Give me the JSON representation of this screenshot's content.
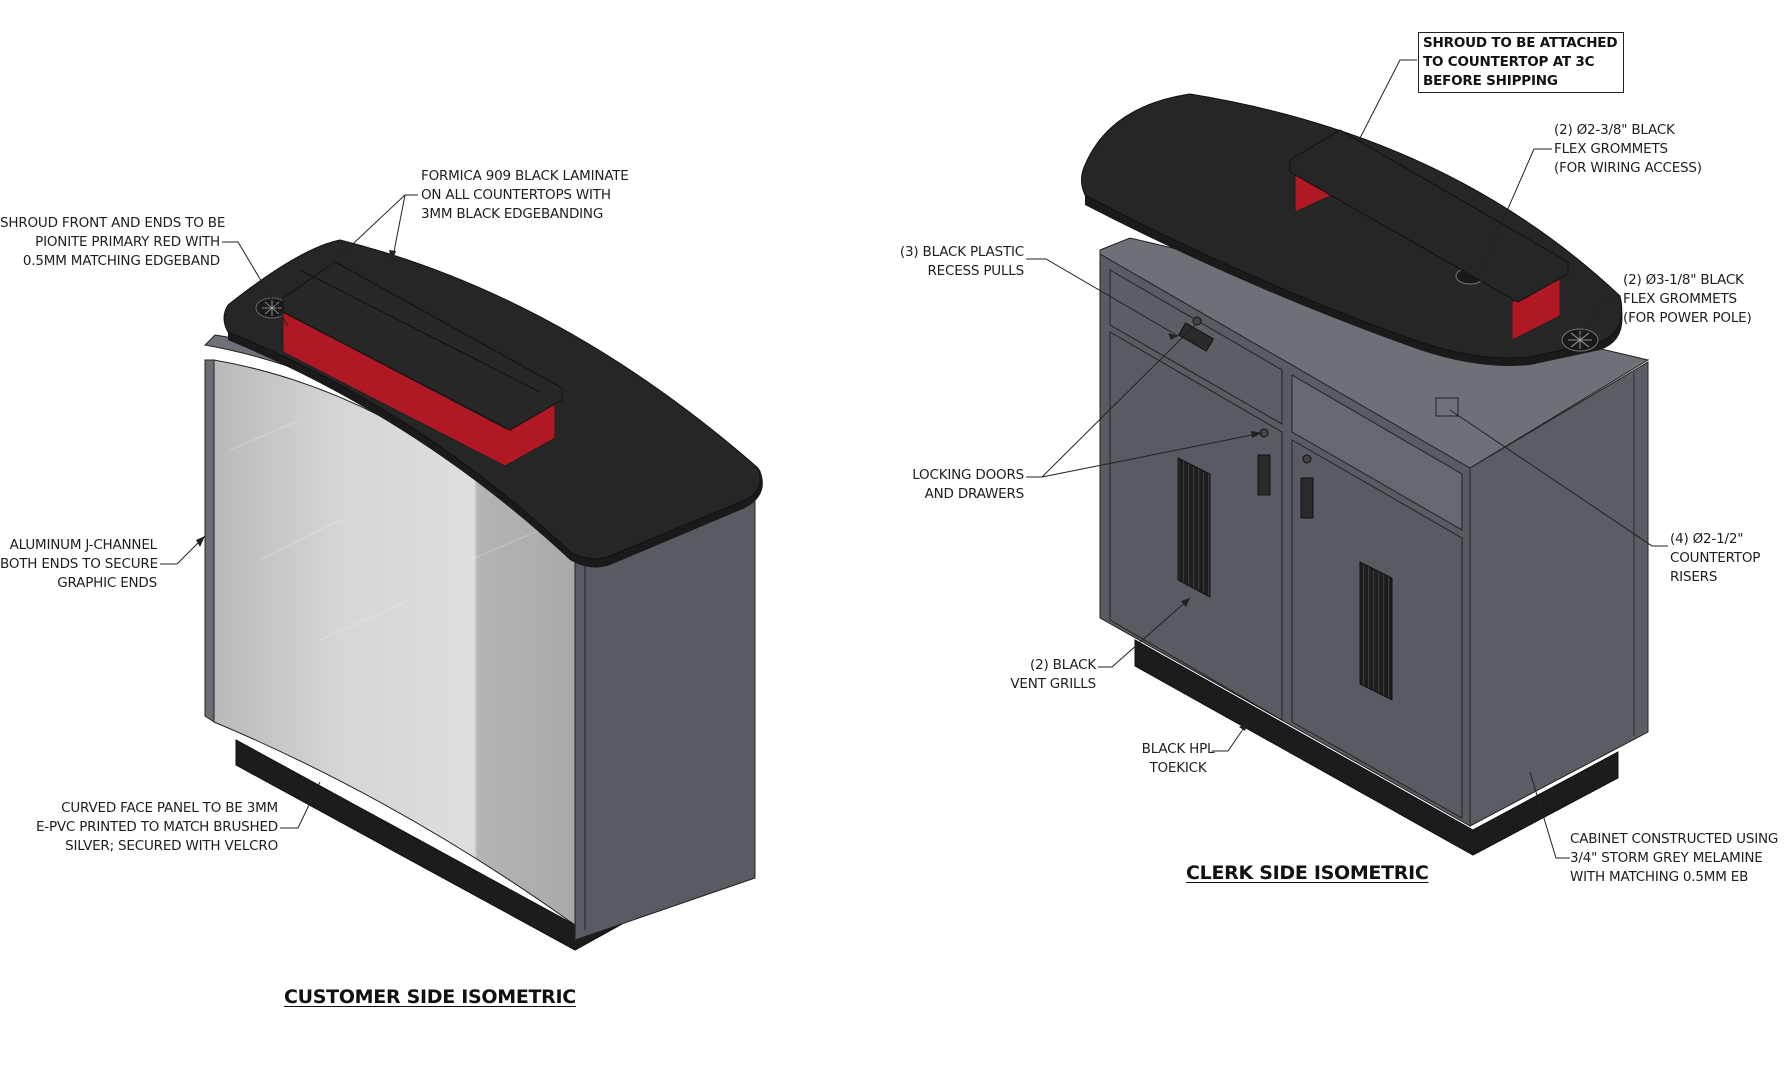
{
  "drawing": {
    "views": [
      {
        "id": "customer",
        "title": "CUSTOMER SIDE ISOMETRIC"
      },
      {
        "id": "clerk",
        "title": "CLERK SIDE ISOMETRIC"
      }
    ]
  },
  "customer_callouts": {
    "shroud": [
      "SHROUD FRONT AND ENDS TO BE",
      "PIONITE PRIMARY RED WITH",
      "0.5MM MATCHING EDGEBAND"
    ],
    "laminate": [
      "FORMICA 909 BLACK LAMINATE",
      "ON ALL COUNTERTOPS WITH",
      "3MM BLACK EDGEBANDING"
    ],
    "jchannel": [
      "ALUMINUM J-CHANNEL",
      "BOTH ENDS TO SECURE",
      "GRAPHIC ENDS"
    ],
    "face_panel": [
      "CURVED FACE PANEL TO BE 3MM",
      "E-PVC PRINTED TO MATCH BRUSHED",
      "SILVER; SECURED WITH VELCRO"
    ]
  },
  "clerk_callouts": {
    "shroud_note": [
      "SHROUD TO BE ATTACHED",
      "TO COUNTERTOP AT 3C",
      "BEFORE SHIPPING"
    ],
    "wiring_grommets": [
      "(2) Ø2-3/8\" BLACK",
      "FLEX GROMMETS",
      "(FOR WIRING ACCESS)"
    ],
    "power_grommets": [
      "(2) Ø3-1/8\" BLACK",
      "FLEX GROMMETS",
      "(FOR POWER POLE)"
    ],
    "recess_pulls": [
      "(3) BLACK PLASTIC",
      "RECESS PULLS"
    ],
    "locking": [
      "LOCKING DOORS",
      "AND DRAWERS"
    ],
    "risers": [
      "(4) Ø2-1/2\"",
      "COUNTERTOP",
      "RISERS"
    ],
    "vent_grills": [
      "(2) BLACK",
      "VENT GRILLS"
    ],
    "toekick": [
      "BLACK HPL",
      "TOEKICK"
    ],
    "cabinet": [
      "CABINET CONSTRUCTED USING",
      "3/4\" STORM GREY MELAMINE",
      "WITH MATCHING 0.5MM EB"
    ]
  },
  "colors": {
    "countertop": "#262626",
    "shroud_red": "#b01824",
    "cabinet_grey": "#585b61",
    "cabinet_top": "#6d7077",
    "brushed_silver": "#c9c9c9",
    "toekick": "#1c1c1c"
  }
}
